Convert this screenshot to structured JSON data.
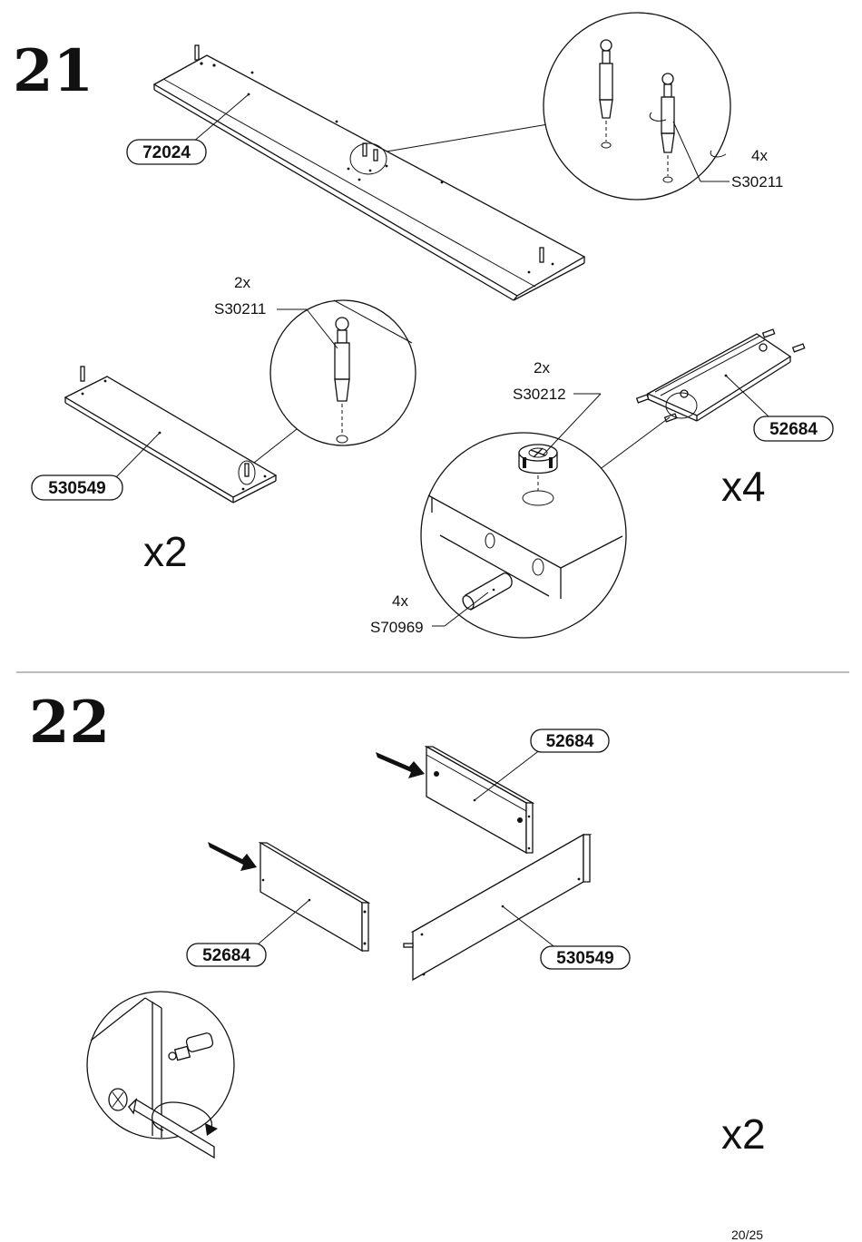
{
  "step21": {
    "number": "21",
    "parts": {
      "top_panel": "72024",
      "side_panel": "530549",
      "end_panel": "52684"
    },
    "hardware": {
      "zoom_top": {
        "qty": "4x",
        "code": "S30211"
      },
      "zoom_side": {
        "qty": "2x",
        "code": "S30211"
      },
      "cam": {
        "qty": "2x",
        "code": "S30212"
      },
      "dowel": {
        "qty": "4x",
        "code": "S70969"
      }
    },
    "multipliers": {
      "side": "x2",
      "end": "x4"
    }
  },
  "step22": {
    "number": "22",
    "parts": {
      "back_end_panel": "52684",
      "front_end_panel": "52684",
      "side_panel": "530549"
    },
    "multiplier": "x2"
  },
  "page_number": "20/25"
}
